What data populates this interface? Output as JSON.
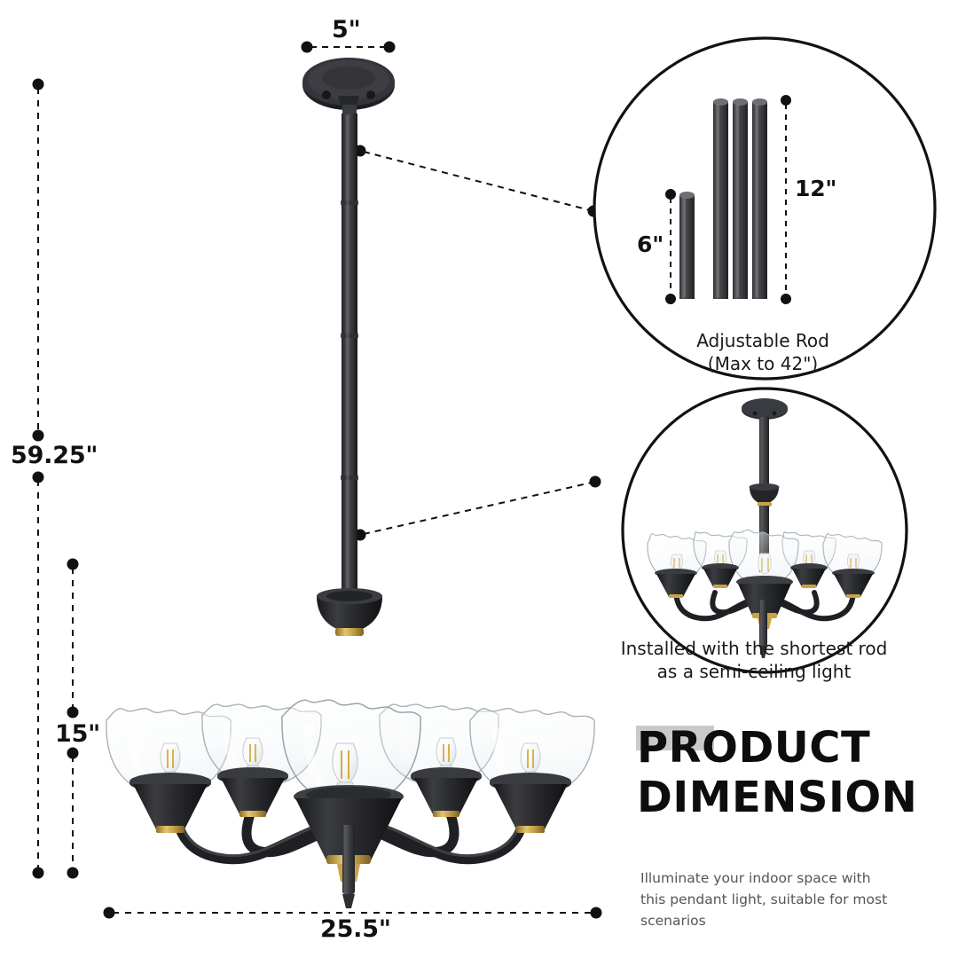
{
  "product": {
    "title_line1": "PRODUCT",
    "title_line2": "DIMENSION",
    "description": "Illuminate your indoor space with this pendant light, suitable for most scenarios"
  },
  "dimensions": {
    "canopy_width": "5\"",
    "total_height": "59.25\"",
    "fixture_height": "15\"",
    "fixture_width": "25.5\"",
    "rod_short": "6\"",
    "rod_long": "12\""
  },
  "callouts": {
    "rod": {
      "caption_line1": "Adjustable Rod",
      "caption_line2": "(Max to 42\")"
    },
    "semi_ceiling": {
      "caption_line1": "Installed with the shortest rod",
      "caption_line2": "as a semi-ceiling light"
    }
  },
  "colors": {
    "background": "#ffffff",
    "metal_black": "#2b2b2e",
    "metal_dark": "#3f4043",
    "brass": "#c9a349",
    "line": "#111111",
    "accent_box": "#c9c9c9",
    "title": "#0d0d0d",
    "body_text": "#555555"
  },
  "icons": {
    "dimension_dot": "dimension-endpoint-dot",
    "dashed_line": "dashed-dimension-line",
    "leader_line": "dashed-leader-line"
  }
}
